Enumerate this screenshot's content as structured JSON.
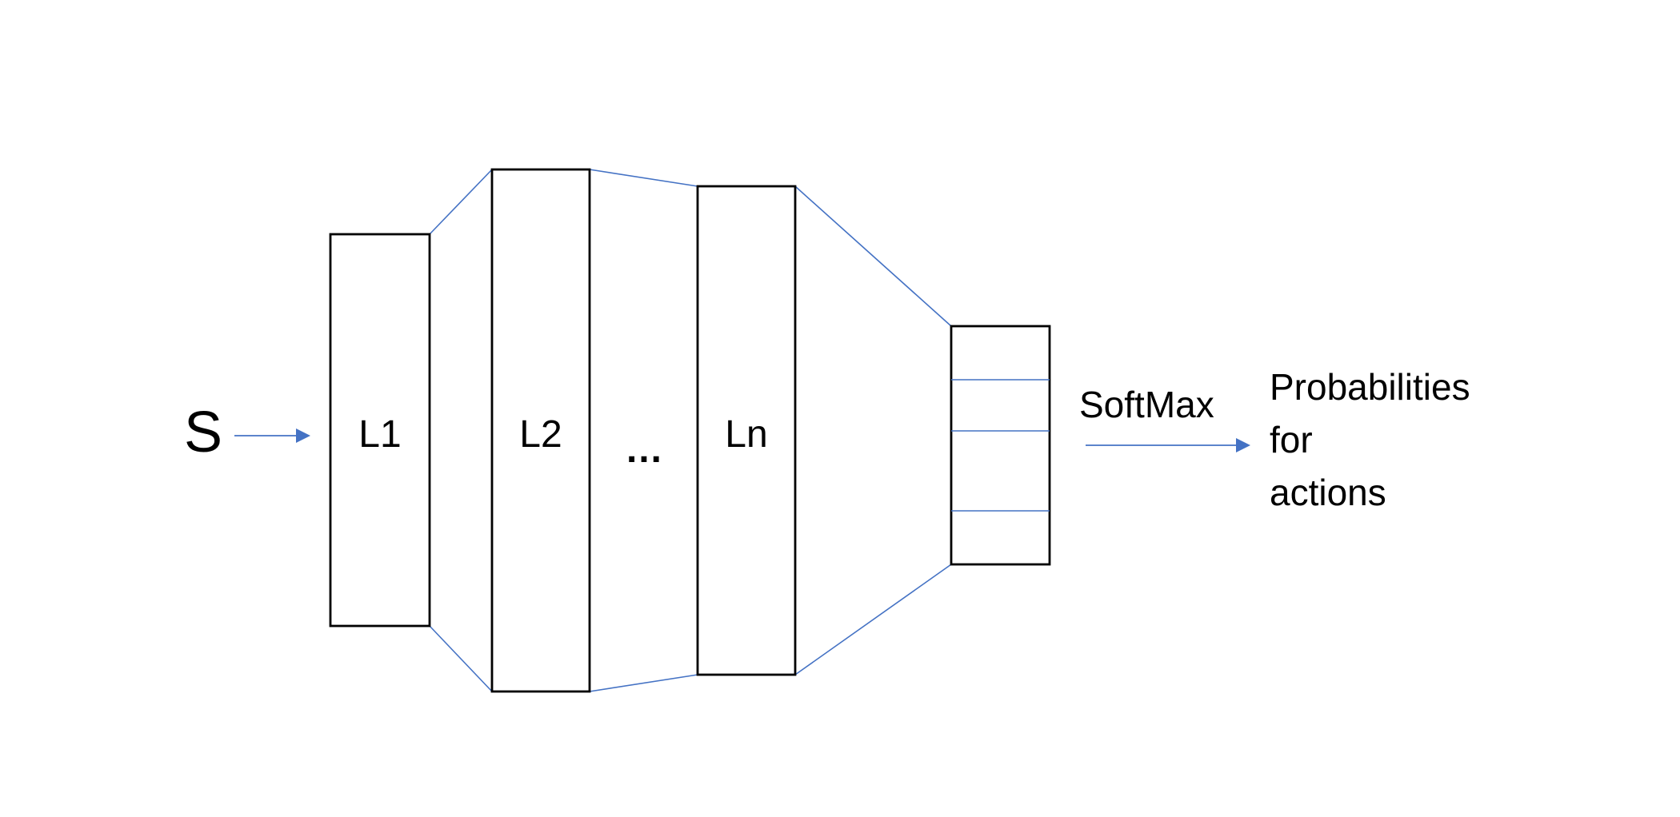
{
  "input": {
    "label": "S"
  },
  "layers": [
    {
      "label": "L1"
    },
    {
      "label": "L2"
    },
    {
      "label": "Ln"
    }
  ],
  "ellipsis": "…",
  "output": {
    "activation": "SoftMax",
    "result_lines": [
      "Probabilities",
      "for",
      "actions"
    ]
  },
  "colors": {
    "connector": "#4472C4",
    "box_stroke": "#000000",
    "background": "#FFFFFF"
  }
}
